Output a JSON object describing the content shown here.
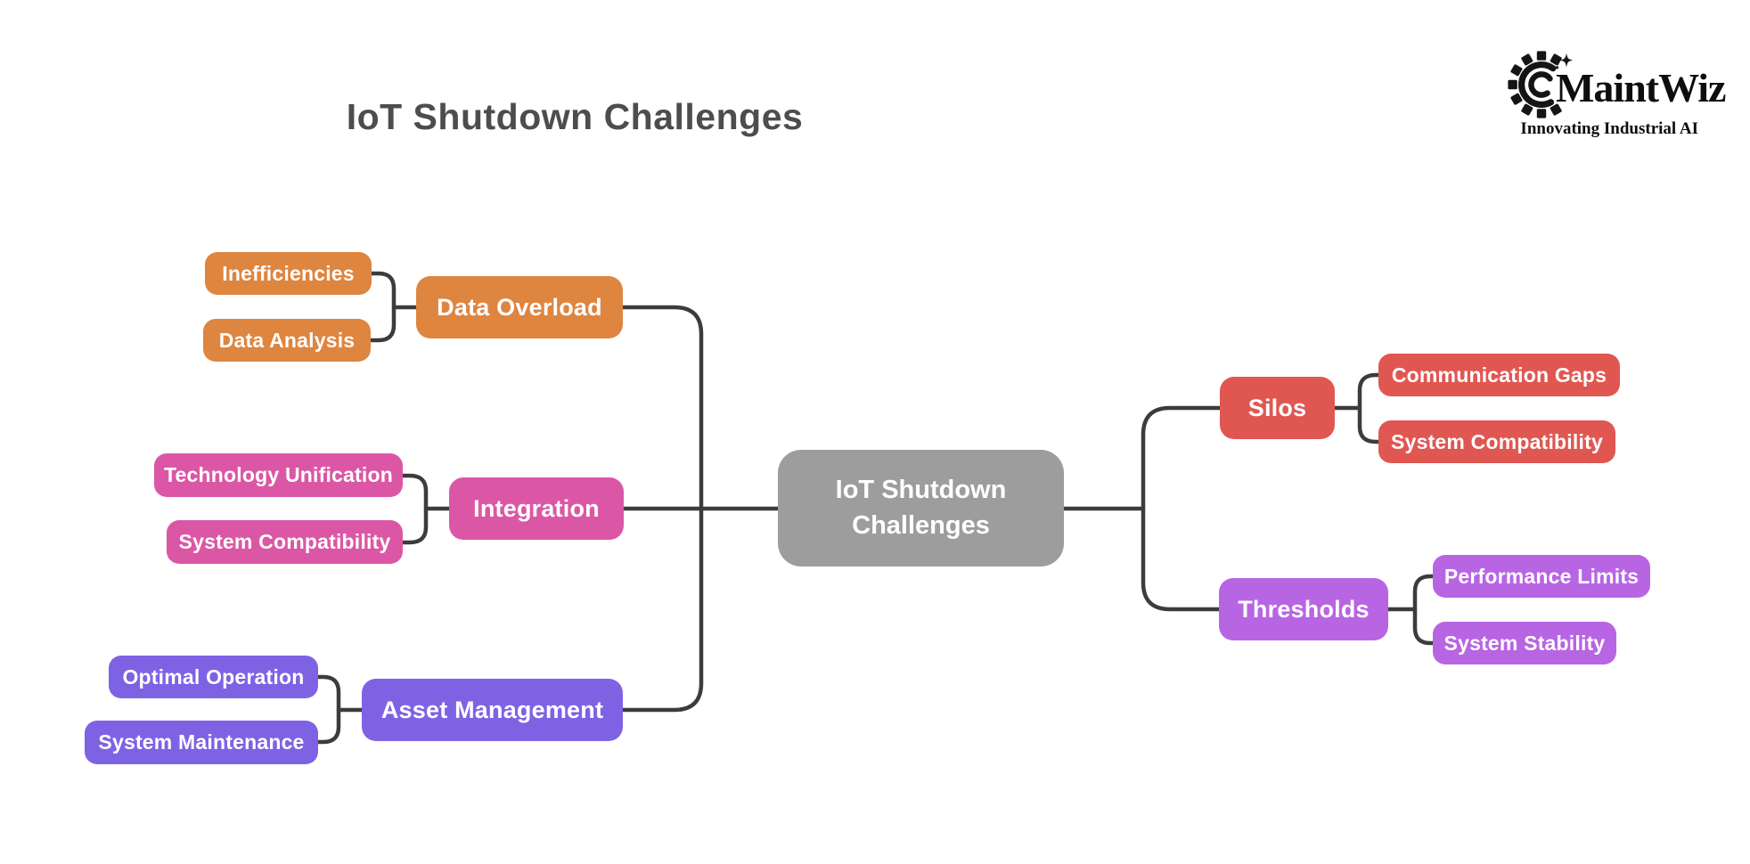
{
  "title": "IoT Shutdown Challenges",
  "logo": {
    "brand": "MaintWiz",
    "tagline": "Innovating Industrial AI"
  },
  "colors": {
    "orange": "#DE8540",
    "pink": "#DB57A6",
    "purple": "#7D63E4",
    "red": "#E05752",
    "violet": "#B865E3",
    "gray": "#9D9D9D",
    "connector": "#3C3C3C",
    "title_text": "#4D4D4D",
    "node_text": "#FFFFFF",
    "logo_text": "#0D0D0D"
  },
  "mindmap": {
    "center": {
      "label": "IoT Shutdown Challenges",
      "color": "gray"
    },
    "branches": [
      {
        "label": "Data Overload",
        "color": "orange",
        "side": "left",
        "children": [
          "Inefficiencies",
          "Data Analysis"
        ]
      },
      {
        "label": "Integration",
        "color": "pink",
        "side": "left",
        "children": [
          "Technology Unification",
          "System Compatibility"
        ]
      },
      {
        "label": "Asset Management",
        "color": "purple",
        "side": "left",
        "children": [
          "Optimal Operation",
          "System Maintenance"
        ]
      },
      {
        "label": "Silos",
        "color": "red",
        "side": "right",
        "children": [
          "Communication Gaps",
          "System Compatibility"
        ]
      },
      {
        "label": "Thresholds",
        "color": "violet",
        "side": "right",
        "children": [
          "Performance Limits",
          "System Stability"
        ]
      }
    ]
  }
}
